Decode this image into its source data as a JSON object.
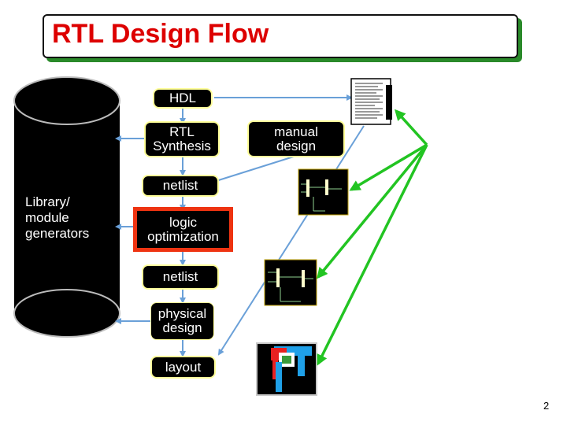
{
  "title": "RTL Design Flow",
  "nodes": {
    "hdl": "HDL",
    "rtl_synthesis": [
      "RTL",
      "Synthesis"
    ],
    "manual_design": [
      "manual",
      "design"
    ],
    "netlist_1": "netlist",
    "logic_optimization": [
      "logic",
      "optimization"
    ],
    "netlist_2": "netlist",
    "physical_design": [
      "physical",
      "design"
    ],
    "layout": "layout"
  },
  "library": [
    "Library/",
    "module",
    "generators"
  ],
  "page_number": "2",
  "colors": {
    "title": "#dd0000",
    "node_fill": "#000000",
    "node_border": "#ffff99",
    "highlight_border": "#ee3311",
    "arrow": "#22c422",
    "title_shadow": "#2a8a2a"
  }
}
